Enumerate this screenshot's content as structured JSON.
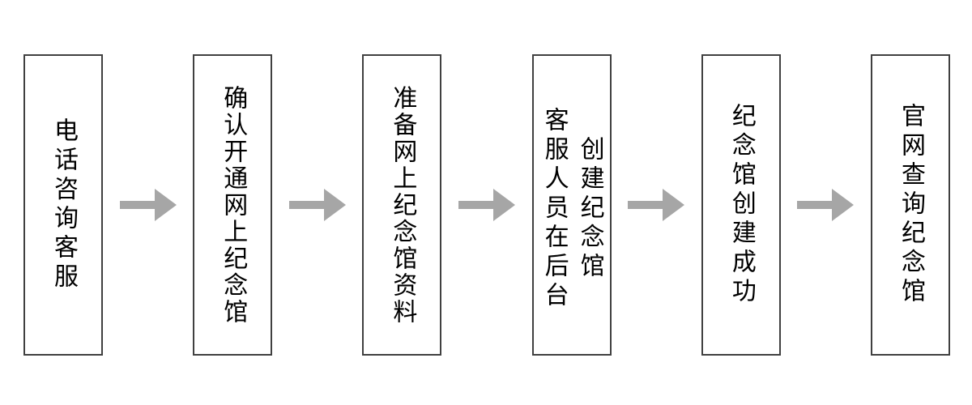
{
  "flowchart": {
    "type": "horizontal-process-flow",
    "direction": "left-to-right",
    "colors": {
      "background": "#ffffff",
      "box_fill": "#ffffff",
      "box_border": "#404040",
      "text": "#000000",
      "arrow": "#a6a6a6"
    },
    "steps": [
      {
        "label": "电话咨询客服",
        "columns": [
          "电话咨询客服"
        ]
      },
      {
        "label": "确认开通网上纪念馆",
        "columns": [
          "确认开通网上纪念馆"
        ]
      },
      {
        "label": "准备网上纪念馆资料",
        "columns": [
          "准备网上纪念馆资料"
        ]
      },
      {
        "label": "客服人员在后台创建纪念馆",
        "columns": [
          "客服人员在后台",
          "创建纪念馆"
        ]
      },
      {
        "label": "纪念馆创建成功",
        "columns": [
          "纪念馆创建成功"
        ]
      },
      {
        "label": "官网查询纪念馆",
        "columns": [
          "官网查询纪念馆"
        ]
      }
    ],
    "connector_count": 5
  }
}
